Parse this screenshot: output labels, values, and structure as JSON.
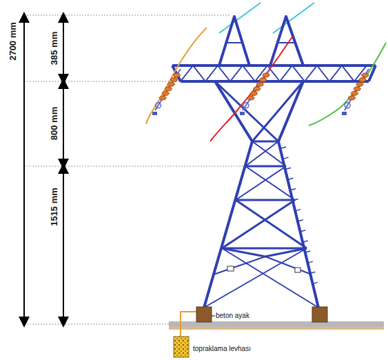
{
  "diagram": {
    "labels": [
      "2700 mm",
      "385 mm",
      "800 mm",
      "1515 mm",
      "beton ayak",
      "topraklama levhası"
    ]
  }
}
